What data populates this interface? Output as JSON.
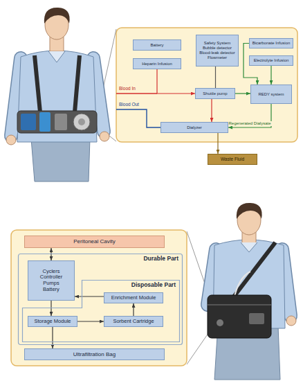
{
  "diagram": {
    "nodes": [
      {
        "text": [
          "Battery"
        ]
      },
      {
        "text": [
          "Heparin Infusion"
        ]
      },
      {
        "text": [
          "Safety System",
          "Bubble detector",
          "Blood-leak detector",
          "Flowmeter"
        ]
      },
      {
        "text": [
          "Bicarbonate Infusion"
        ]
      },
      {
        "text": [
          "Electrolyte Infusion"
        ]
      },
      {
        "text": [
          "Shuttle pump"
        ]
      },
      {
        "text": [
          "REDY system"
        ]
      },
      {
        "text": [
          "Dialyzer"
        ]
      },
      {
        "text": [
          "Waste Fluid"
        ]
      },
      {
        "text": [
          "Peritoneal Cavity"
        ]
      },
      {
        "text": [
          "Durable Part"
        ]
      },
      {
        "text": [
          "Cyclers",
          "Controller",
          "Pumps",
          "Battery"
        ],
        "in": 10
      },
      {
        "text": [
          "Disposable Part"
        ],
        "in": 10
      },
      {
        "text": [
          "Enrichment Module"
        ],
        "in": 12
      },
      {
        "text": [
          "Storage Module"
        ],
        "in": 12
      },
      {
        "text": [
          "Sorbent Cartridge"
        ],
        "in": 12
      },
      {
        "text": [
          "Ultrafiltration Bag"
        ]
      }
    ],
    "edges": [
      {
        "from": 1,
        "to": 5,
        "arrow": "to"
      },
      {
        "from": 2,
        "to": 5,
        "arrow": "none"
      },
      {
        "from": 5,
        "to": 7,
        "arrow": "to"
      },
      {
        "from": 5,
        "to": 6,
        "arrow": "to"
      },
      {
        "from": 6,
        "to": 7,
        "arrow": "to",
        "label": "Regenerated Dialysate"
      },
      {
        "from": 3,
        "to": 6,
        "arrow": "to"
      },
      {
        "from": 4,
        "to": 6,
        "arrow": "to"
      },
      {
        "from": 7,
        "to": 8,
        "arrow": "to"
      },
      {
        "from": 9,
        "to": 11,
        "arrow": "both"
      },
      {
        "from": 11,
        "to": 14,
        "arrow": "to"
      },
      {
        "from": 14,
        "to": 15,
        "arrow": "to"
      },
      {
        "from": 15,
        "to": 13,
        "arrow": "to"
      },
      {
        "from": 13,
        "to": 11,
        "arrow": "to"
      },
      {
        "from": 14,
        "to": 16,
        "arrow": "to"
      }
    ],
    "labels": [
      "Blood In",
      "Blood Out"
    ]
  }
}
